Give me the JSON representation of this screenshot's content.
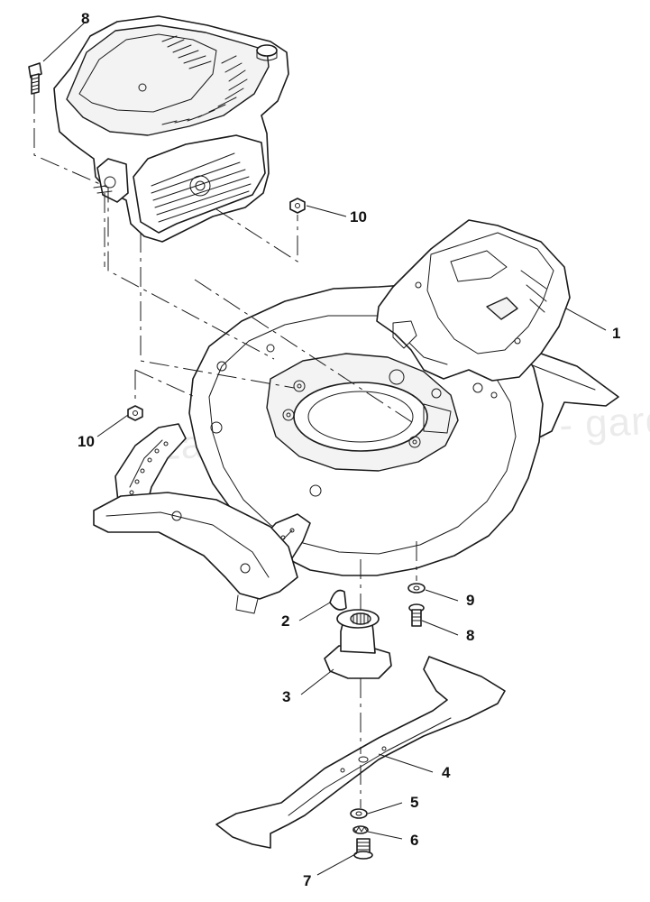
{
  "watermark": "Lawnmower Diagram - gardenspares.co.uk",
  "callouts": {
    "c1": "1",
    "c2": "2",
    "c3": "3",
    "c4": "4",
    "c5": "5",
    "c6": "6",
    "c7": "7",
    "c8_top": "8",
    "c8_bottom": "8",
    "c9": "9",
    "c10_top": "10",
    "c10_left": "10"
  },
  "parts": [
    {
      "ref": "1",
      "icon": "chute-cover-icon"
    },
    {
      "ref": "2",
      "icon": "key-icon"
    },
    {
      "ref": "3",
      "icon": "blade-adapter-icon"
    },
    {
      "ref": "4",
      "icon": "blade-icon"
    },
    {
      "ref": "5",
      "icon": "washer-icon"
    },
    {
      "ref": "6",
      "icon": "lock-washer-icon"
    },
    {
      "ref": "7",
      "icon": "blade-bolt-icon"
    },
    {
      "ref": "8",
      "icon": "bolt-icon"
    },
    {
      "ref": "9",
      "icon": "washer-icon"
    },
    {
      "ref": "10",
      "icon": "nut-icon"
    }
  ]
}
